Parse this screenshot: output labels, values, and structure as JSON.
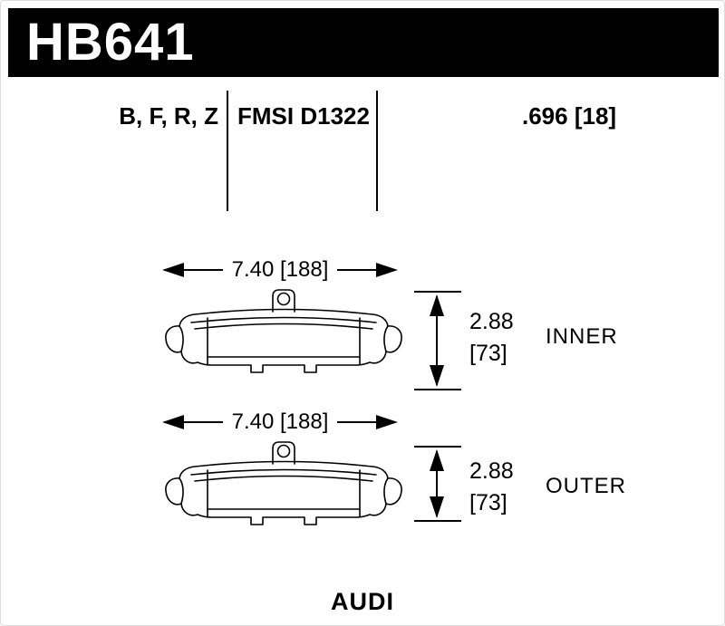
{
  "title_bar": {
    "part_number": "HB641"
  },
  "spec_row": {
    "compounds": "B, F, R, Z",
    "fmsi": "FMSI D1322",
    "thickness": ".696 [18]"
  },
  "pads": [
    {
      "position": "INNER",
      "width": "7.40 [188]",
      "height_in": "2.88",
      "height_mm": "[73]"
    },
    {
      "position": "OUTER",
      "width": "7.40 [188]",
      "height_in": "2.88",
      "height_mm": "[73]"
    }
  ],
  "footer": {
    "make": "AUDI"
  },
  "colors": {
    "header_bg": "#000000",
    "header_text": "#ffffff",
    "line": "#000000",
    "background": "#ffffff"
  },
  "icons": {
    "arrow-left-icon": "css-triangle-left",
    "arrow-right-icon": "css-triangle-right",
    "arrow-up-icon": "css-triangle-up",
    "arrow-down-icon": "css-triangle-down"
  }
}
